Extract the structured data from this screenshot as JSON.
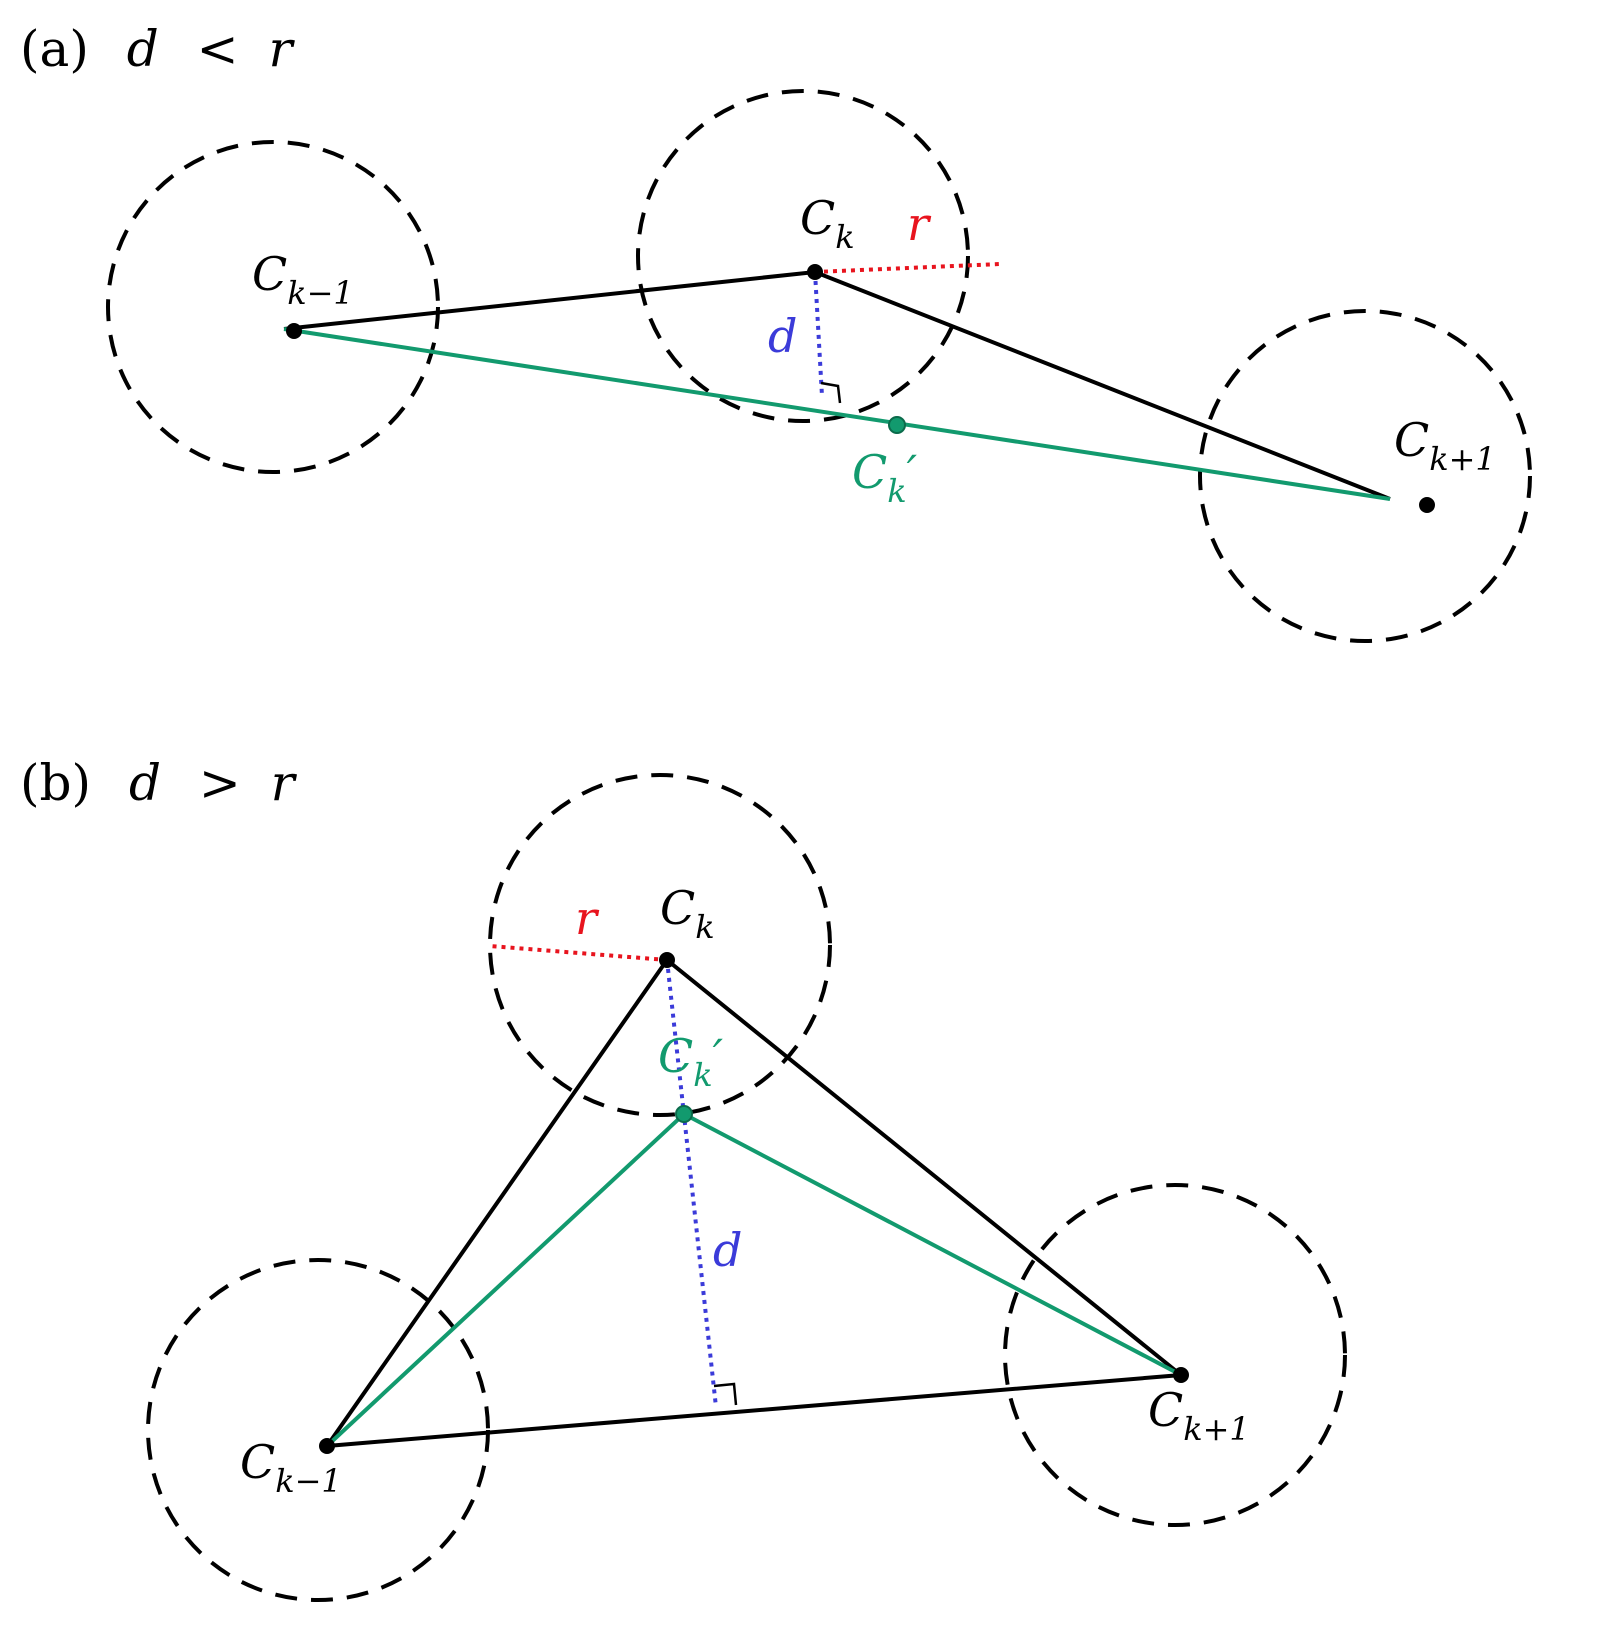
{
  "panel_a": {
    "caption_tag": "(a)",
    "caption_d": "d",
    "caption_op": "<",
    "caption_r": "r",
    "label_ck": "C",
    "label_ck_sub": "k",
    "label_ckm1": "C",
    "label_ckm1_sub": "k−1",
    "label_ckp1": "C",
    "label_ckp1_sub": "k+1",
    "label_ckprime": "C",
    "label_ckprime_sub": "k",
    "label_ckprime_mark": "′",
    "label_r": "r",
    "label_d": "d"
  },
  "panel_b": {
    "caption_tag": "(b)",
    "caption_d": "d",
    "caption_op": ">",
    "caption_r": "r",
    "label_ck": "C",
    "label_ck_sub": "k",
    "label_ckm1": "C",
    "label_ckm1_sub": "k−1",
    "label_ckp1": "C",
    "label_ckp1_sub": "k+1",
    "label_ckprime": "C",
    "label_ckprime_sub": "k",
    "label_ckprime_mark": "′",
    "label_r": "r",
    "label_d": "d"
  },
  "colors": {
    "black": "#000000",
    "green": "#129a6e",
    "red": "#e8141e",
    "blue": "#3b3bd9"
  }
}
